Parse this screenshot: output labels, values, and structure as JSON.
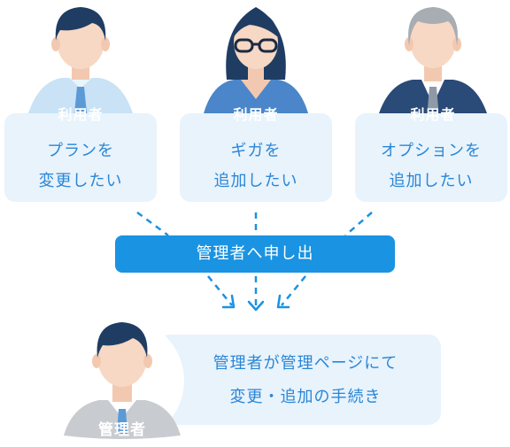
{
  "users": [
    {
      "badge": "利用者",
      "line1": "プランを",
      "line2": "変更したい"
    },
    {
      "badge": "利用者",
      "line1": "ギガを",
      "line2": "追加したい"
    },
    {
      "badge": "利用者",
      "line1": "オプションを",
      "line2": "追加したい"
    }
  ],
  "banner": "管理者へ申し出",
  "admin": {
    "badge": "管理者",
    "line1": "管理者が管理ページにて",
    "line2": "変更・追加の手続き"
  },
  "colors": {
    "accent": "#1a93e2",
    "text": "#2a86d6",
    "card": "#e8f3fc",
    "skin": "#f7d8c4",
    "hair_dark": "#1f3d63"
  }
}
